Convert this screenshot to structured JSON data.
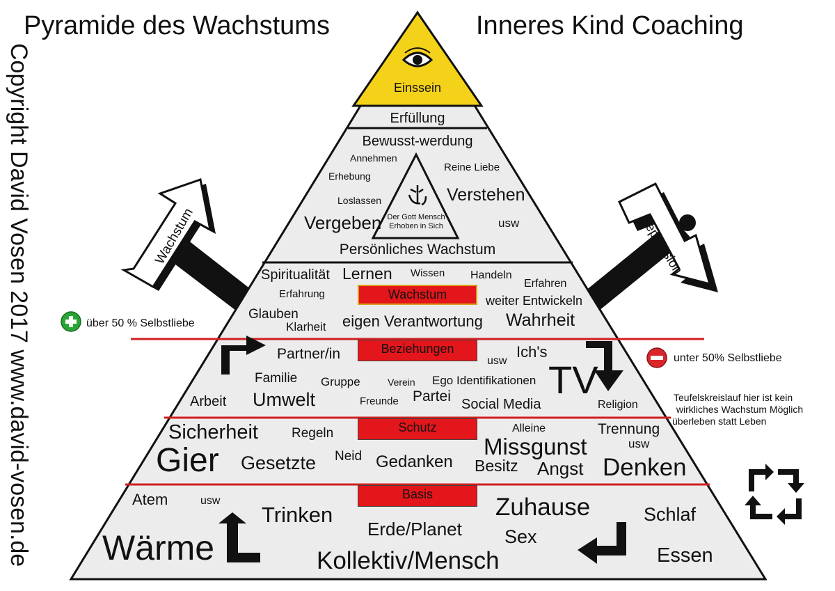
{
  "header": {
    "title_left": "Pyramide des Wachstums",
    "title_right": "Inneres Kind Coaching"
  },
  "sidebar": {
    "vertical_text": "Copyright David Vosen 2017 www.david-vosen.de"
  },
  "pyramid": {
    "apex": {
      "label": "Einssein",
      "icon": "eye-icon",
      "color": "#f5d21a"
    },
    "erfuellung": {
      "label": "Erfüllung"
    },
    "persoenlich": {
      "top": "Bewusst-werdung",
      "bottom": "Persönliches Wachstum",
      "words": {
        "annehmen": "Annehmen",
        "reine_liebe": "Reine Liebe",
        "erhebung": "Erhebung",
        "verstehen": "Verstehen",
        "loslassen": "Loslassen",
        "vergeben": "Vergeben",
        "usw": "usw"
      },
      "inner_triangle": {
        "line1": "Der Gott Mensch",
        "line2": "Erhoben in Sich",
        "icon": "heart-mind-symbol-icon"
      }
    },
    "wachstum": {
      "badge": "Wachstum",
      "words": {
        "spiritualitaet": "Spiritualität",
        "lernen": "Lernen",
        "wissen": "Wissen",
        "handeln": "Handeln",
        "erfahren": "Erfahren",
        "erfahrung": "Erfahrung",
        "weiter_entwickeln": "weiter Entwickeln",
        "glauben": "Glauben",
        "klarheit": "Klarheit",
        "eigen_verantwortung": "eigen Verantwortung",
        "wahrheit": "Wahrheit"
      }
    },
    "beziehungen": {
      "badge": "Beziehungen",
      "words": {
        "partner": "Partner/in",
        "usw": "usw",
        "ichs": "Ich's",
        "tv": "TV",
        "familie": "Familie",
        "gruppe": "Gruppe",
        "verein": "Verein",
        "ego": "Ego Identifikationen",
        "arbeit": "Arbeit",
        "umwelt": "Umwelt",
        "freunde": "Freunde",
        "partei": "Partei",
        "social_media": "Social Media",
        "religion": "Religion"
      }
    },
    "schutz": {
      "badge": "Schutz",
      "words": {
        "sicherheit": "Sicherheit",
        "regeln": "Regeln",
        "alleine": "Alleine",
        "trennung": "Trennung",
        "missgunst": "Missgunst",
        "usw": "usw",
        "gier": "Gier",
        "gesetzte": "Gesetzte",
        "neid": "Neid",
        "gedanken": "Gedanken",
        "besitz": "Besitz",
        "angst": "Angst",
        "denken": "Denken"
      }
    },
    "basis": {
      "badge": "Basis",
      "words": {
        "atem": "Atem",
        "usw": "usw",
        "trinken": "Trinken",
        "zuhause": "Zuhause",
        "schlaf": "Schlaf",
        "erde": "Erde/Planet",
        "sex": "Sex",
        "waerme": "Wärme",
        "kollektiv": "Kollektiv/Mensch",
        "essen": "Essen"
      }
    }
  },
  "signs": {
    "left": {
      "label": "Wachstum",
      "icon": "arrow-signpost-up-icon"
    },
    "right": {
      "label": "Depression",
      "icon": "arrow-signpost-down-icon"
    }
  },
  "annotations": {
    "plus": {
      "label": "über 50 % Selbstliebe",
      "icon": "plus-circle-icon",
      "color": "#2aa535"
    },
    "minus": {
      "label": "unter 50% Selbstliebe",
      "icon": "minus-circle-icon",
      "color": "#d9262b"
    },
    "teufelskreis": {
      "line1": "Teufelskreislauf hier ist kein",
      "line2": " wirkliches Wachstum Möglich",
      "line3": "überleben statt Leben",
      "icon": "cycle-arrows-icon"
    }
  },
  "colors": {
    "badge": "#e3161b",
    "divider": "#d01f1f",
    "pyramid_fill": "#ececec",
    "apex_fill": "#f5d21a"
  }
}
